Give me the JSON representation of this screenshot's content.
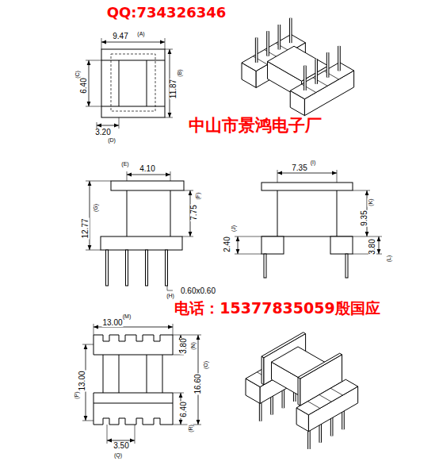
{
  "diagram": {
    "labels": [
      "QQ:734326346",
      "9.47",
      "(A)",
      "(C)",
      "6.40",
      "11.87",
      "(B)",
      "3.20",
      "(D)",
      "中山市景鸿电子厂",
      "(E)",
      "4.10",
      "(G)",
      "12.77",
      "7.75",
      "(F)",
      "7.35",
      "(I)",
      "(K)",
      "9.35",
      "2.40",
      "(J)",
      "3.80",
      "(L)",
      "(H)",
      "0.60x0.60",
      "电话：15377835059殷国应",
      "(M)",
      "13.00",
      "3.80",
      "(N)",
      "16.60",
      "(O)",
      "13.00",
      "(P)",
      "6.40",
      "(R)",
      "3.50",
      "(Q)"
    ]
  }
}
